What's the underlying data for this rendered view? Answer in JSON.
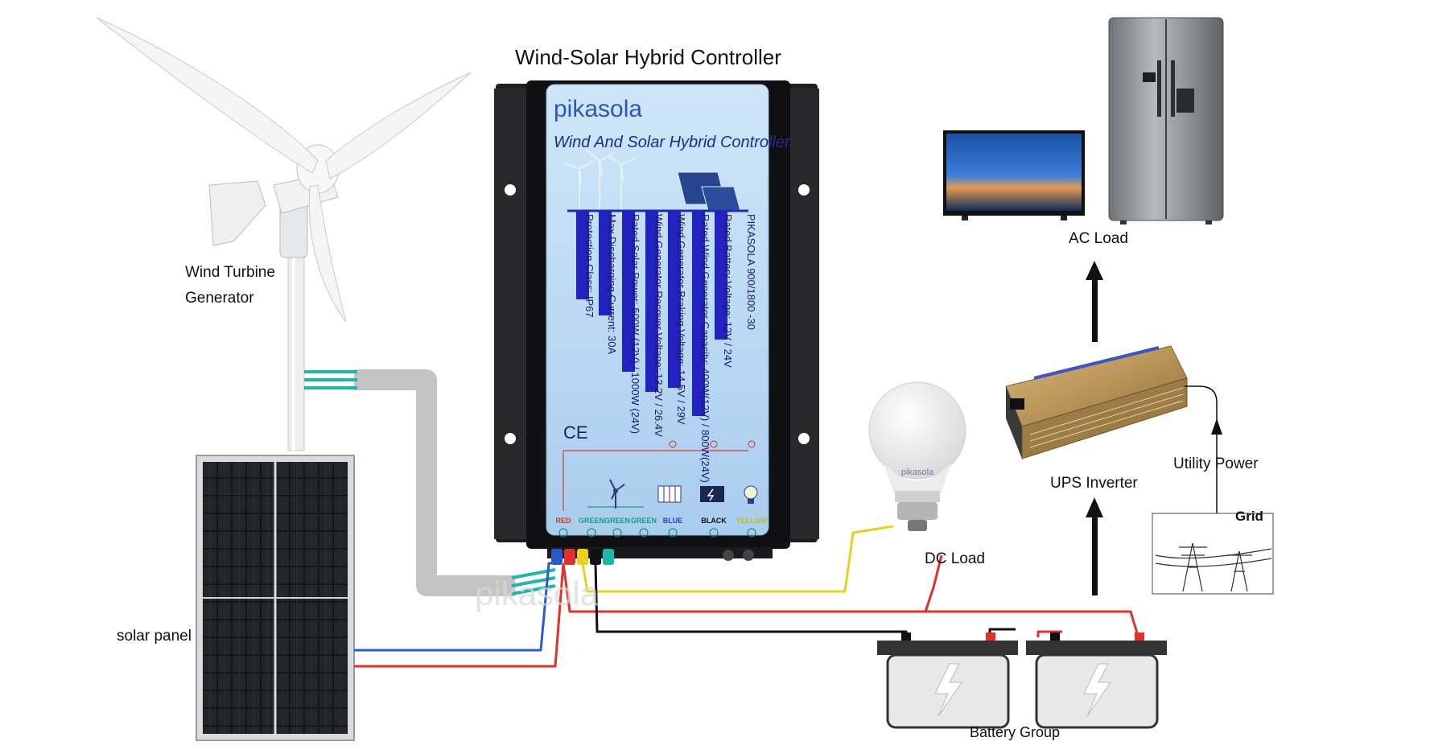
{
  "title": "Wind-Solar Hybrid  Controller",
  "controller": {
    "brand": "pikasola",
    "product_name": "Wind And Solar Hybrid Controller",
    "specs": [
      "Protection Class: IP67",
      "Max Discharging Current: 30A",
      "Rated Solar Power: 500W (12V) / 1000W (24V)",
      "Wind Generator Recover Voltage: 13.2V / 26.4V",
      "Wind Generator Braking Voltage: 14.5V / 29V",
      "Rated Wind Generator Capacity: 400W(12V) / 800W(24V)",
      "Rated Battery Voltage: 12V / 24V",
      "PIKASOLA 900/1800 -30"
    ],
    "ce_mark": "CE",
    "terminals": {
      "red": "RED",
      "green1": "GREEN",
      "green2": "GREEN",
      "green3": "GREEN",
      "blue": "BLUE",
      "black": "BLACK",
      "yellow": "YELLOW"
    }
  },
  "labels": {
    "wind_turbine_line1": "Wind Turbine",
    "wind_turbine_line2": "Generator",
    "solar_panel": "solar panel",
    "dc_load": "DC Load",
    "battery_group": "Battery Group",
    "ups_inverter": "UPS Inverter",
    "ac_load": "AC Load",
    "utility_power": "Utility Power",
    "grid": "Grid"
  },
  "bulb_brand": "pikasola",
  "watermark": "pikasola",
  "colors": {
    "wire_red": "#e0322b",
    "wire_blue": "#2a59c9",
    "wire_yellow": "#e8d21a",
    "wire_black": "#111111",
    "wire_green": "#1fb7a6",
    "controller_body": "#1e1e20",
    "controller_face": "#b9d8f2"
  }
}
